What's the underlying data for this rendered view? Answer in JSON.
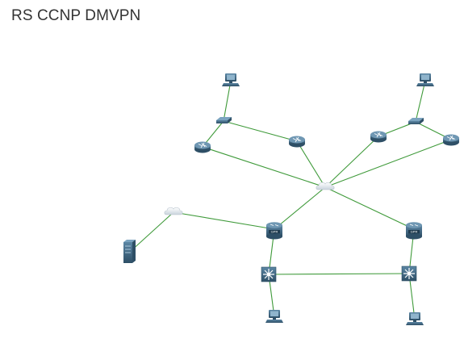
{
  "header": {
    "title": "RS CCNP DMVPN"
  },
  "colors": {
    "link": "#3f9a3a",
    "device": "#3b6079",
    "cloud": "#e8edf2"
  },
  "nodes": [
    {
      "id": "pc-top-left",
      "kind": "pc",
      "icon": "pc-icon"
    },
    {
      "id": "switch-left",
      "kind": "workgroup-switch",
      "icon": "switch-icon"
    },
    {
      "id": "router-left-1",
      "kind": "router",
      "icon": "router-icon"
    },
    {
      "id": "router-left-2",
      "kind": "router",
      "icon": "router-icon"
    },
    {
      "id": "pc-top-right",
      "kind": "pc",
      "icon": "pc-icon"
    },
    {
      "id": "switch-right",
      "kind": "workgroup-switch",
      "icon": "switch-icon"
    },
    {
      "id": "router-right-1",
      "kind": "router",
      "icon": "router-icon"
    },
    {
      "id": "router-right-2",
      "kind": "router",
      "icon": "router-icon"
    },
    {
      "id": "cloud-center",
      "kind": "cloud",
      "icon": "cloud-icon"
    },
    {
      "id": "cloud-left",
      "kind": "cloud",
      "icon": "cloud-icon"
    },
    {
      "id": "server",
      "kind": "server",
      "icon": "server-icon"
    },
    {
      "id": "firewall-left",
      "kind": "firewall-router",
      "icon": "firewall-router-icon"
    },
    {
      "id": "firewall-right",
      "kind": "firewall-router",
      "icon": "firewall-router-icon"
    },
    {
      "id": "l3switch-left",
      "kind": "layer3-switch",
      "icon": "layer3-switch-icon"
    },
    {
      "id": "l3switch-right",
      "kind": "layer3-switch",
      "icon": "layer3-switch-icon"
    },
    {
      "id": "pc-bottom-left",
      "kind": "pc",
      "icon": "pc-icon"
    },
    {
      "id": "pc-bottom-right",
      "kind": "pc",
      "icon": "pc-icon"
    }
  ],
  "links": [
    [
      "pc-top-left",
      "switch-left"
    ],
    [
      "switch-left",
      "router-left-1"
    ],
    [
      "switch-left",
      "router-left-2"
    ],
    [
      "router-left-1",
      "cloud-center"
    ],
    [
      "router-left-2",
      "cloud-center"
    ],
    [
      "pc-top-right",
      "switch-right"
    ],
    [
      "switch-right",
      "router-right-1"
    ],
    [
      "switch-right",
      "router-right-2"
    ],
    [
      "router-right-1",
      "cloud-center"
    ],
    [
      "router-right-2",
      "cloud-center"
    ],
    [
      "cloud-center",
      "firewall-left"
    ],
    [
      "cloud-center",
      "firewall-right"
    ],
    [
      "cloud-left",
      "firewall-left"
    ],
    [
      "cloud-left",
      "server"
    ],
    [
      "firewall-left",
      "l3switch-left"
    ],
    [
      "firewall-right",
      "l3switch-right"
    ],
    [
      "l3switch-left",
      "l3switch-right"
    ],
    [
      "l3switch-left",
      "pc-bottom-left"
    ],
    [
      "l3switch-right",
      "pc-bottom-right"
    ]
  ]
}
